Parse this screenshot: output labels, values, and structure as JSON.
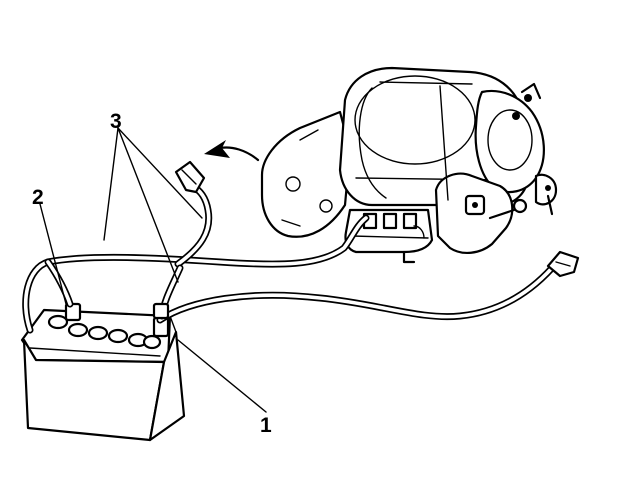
{
  "callouts": [
    {
      "id": "callout-1",
      "text": "1"
    },
    {
      "id": "callout-2",
      "text": "2"
    },
    {
      "id": "callout-3",
      "text": "3"
    }
  ],
  "icons": [
    "battery-icon",
    "starter-motor-icon",
    "cable-harness-icon",
    "removal-direction-arrow-icon"
  ]
}
